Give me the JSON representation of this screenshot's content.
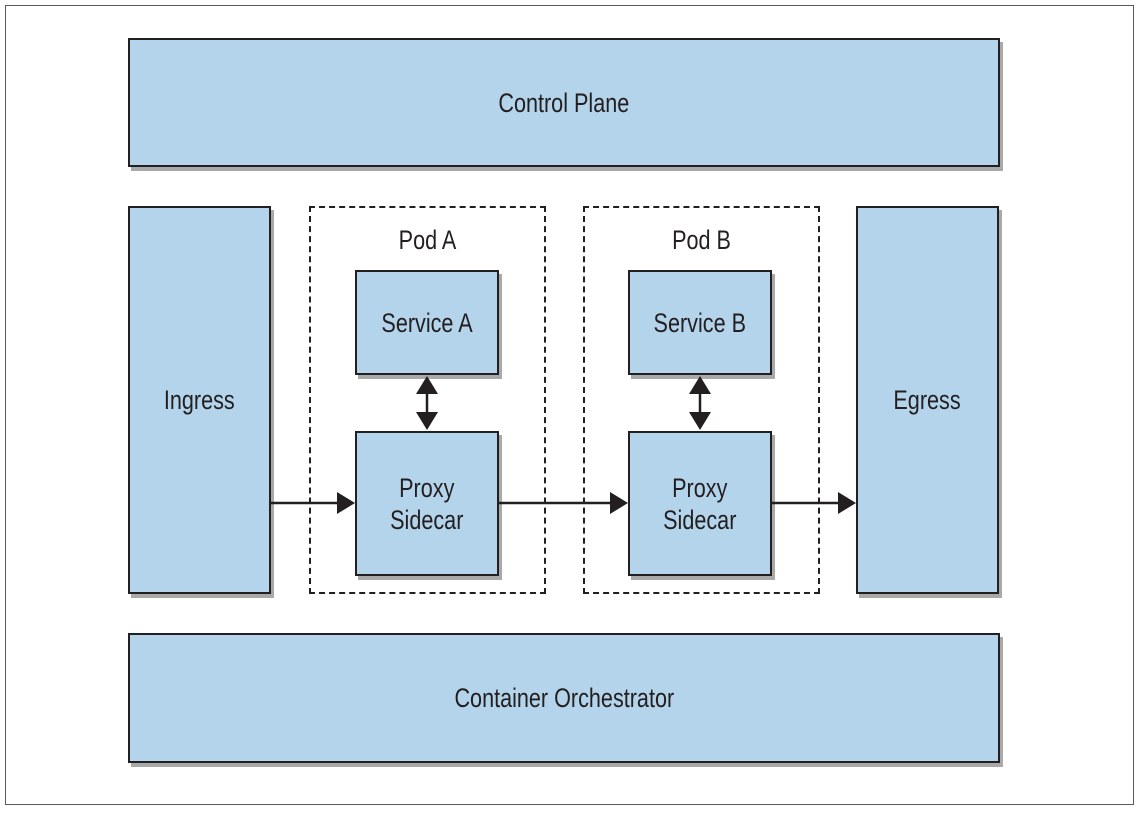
{
  "diagram": {
    "control_plane": "Control Plane",
    "container_orchestrator": "Container Orchestrator",
    "ingress": "Ingress",
    "egress": "Egress",
    "pod_a": {
      "title": "Pod A",
      "service": "Service A",
      "proxy": "Proxy\nSidecar"
    },
    "pod_b": {
      "title": "Pod B",
      "service": "Service B",
      "proxy": "Proxy\nSidecar"
    }
  },
  "colors": {
    "box_fill": "#b3d4ea",
    "stroke": "#231f20",
    "shadow": "#a9a9a9"
  }
}
